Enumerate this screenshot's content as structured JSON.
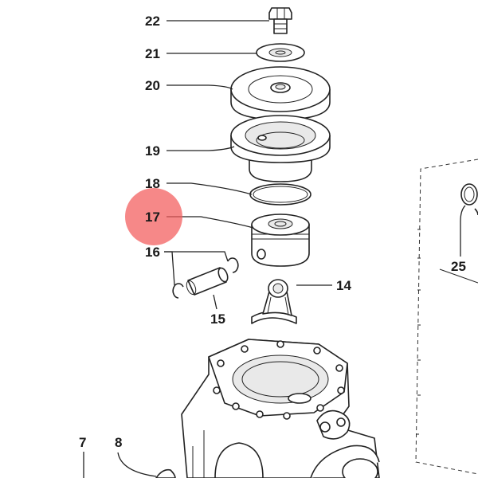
{
  "labels": {
    "p22": "22",
    "p21": "21",
    "p20": "20",
    "p19": "19",
    "p18": "18",
    "p17": "17",
    "p16": "16",
    "p15": "15",
    "p14": "14",
    "p25": "25",
    "p7": "7",
    "p8": "8"
  },
  "highlight": {
    "part": "17",
    "color": "#f25a5a"
  }
}
